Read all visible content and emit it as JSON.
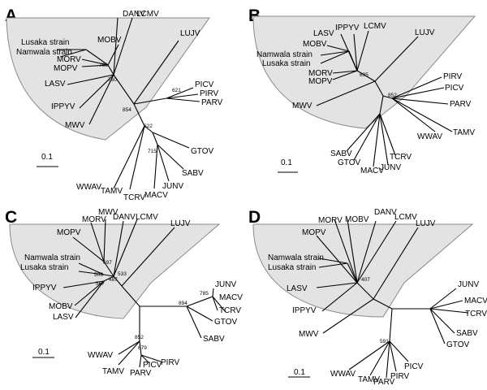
{
  "figure": {
    "panels": [
      {
        "letter": "A",
        "scale_label": "0.1",
        "taxa": [
          "DANV",
          "LCMV",
          "LUJV",
          "Lusaka strain",
          "MOBV",
          "Namwala strain",
          "MORV",
          "MOPV",
          "LASV",
          "IPPYV",
          "MWV",
          "PICV",
          "PIRV",
          "PARV",
          "GTOV",
          "SABV",
          "JUNV",
          "MACV",
          "TCRV",
          "TAMV",
          "WWAV"
        ],
        "bootstrap": [
          "761",
          "760",
          "621",
          "854",
          "622",
          "715"
        ]
      },
      {
        "letter": "B",
        "scale_label": "0.1",
        "taxa": [
          "LASV",
          "IPPYV",
          "LCMV",
          "LUJV",
          "MOBV",
          "Namwala strain",
          "Lusaka strain",
          "MORV",
          "MOPV",
          "MWV",
          "PIRV",
          "PICV",
          "PARV",
          "WWAV",
          "TAMV",
          "SABV",
          "GTOV",
          "MACV",
          "JUNV",
          "TCRV"
        ],
        "bootstrap": [
          "695",
          "852"
        ]
      },
      {
        "letter": "C",
        "scale_label": "0.1",
        "taxa": [
          "MWV",
          "MORV",
          "MOPV",
          "DANV",
          "LCMV",
          "LUJV",
          "Namwala strain",
          "Lusaka strain",
          "IPPYV",
          "MOBV",
          "LASV",
          "JUNV",
          "MACV",
          "TCRV",
          "GTOV",
          "SABV",
          "WWAV",
          "TAMV",
          "PARV",
          "PICV",
          "PIRV"
        ],
        "bootstrap": [
          "697",
          "503",
          "567",
          "487",
          "533",
          "894",
          "785",
          "852",
          "679"
        ]
      },
      {
        "letter": "D",
        "scale_label": "0.1",
        "taxa": [
          "DANV",
          "LCMV",
          "MORV",
          "MOBV",
          "MOPV",
          "LUJV",
          "Namwala strain",
          "Lusaka strain",
          "LASV",
          "IPPYV",
          "MWV",
          "JUNV",
          "MACV",
          "TCRV",
          "SABV",
          "GTOV",
          "WWAV",
          "TAMV",
          "PARV",
          "PIRV",
          "PICV"
        ],
        "bootstrap": [
          "407",
          "591"
        ]
      }
    ]
  }
}
